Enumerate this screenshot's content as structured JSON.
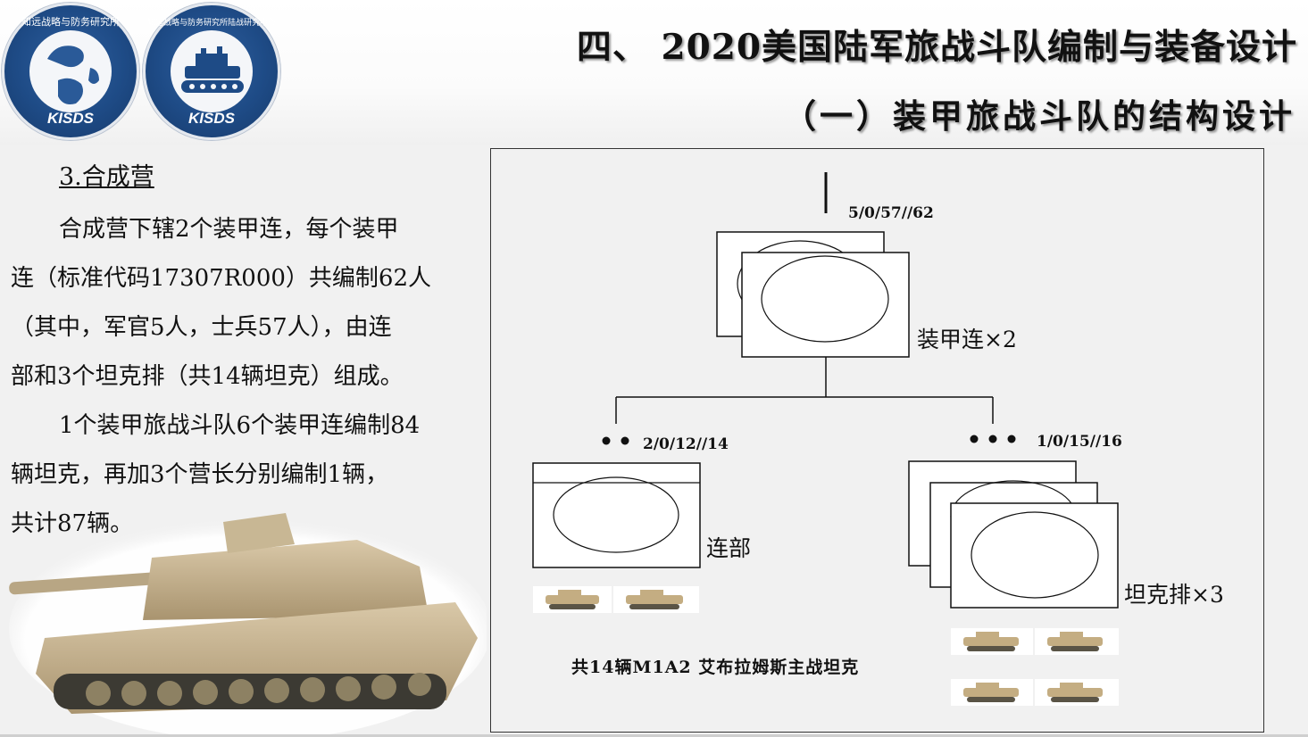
{
  "header": {
    "title": "四、 2020美国陆军旅战斗队编制与装备设计",
    "subtitle": "（一）装甲旅战斗队的结构设计"
  },
  "logos": [
    {
      "text": "知远战略与防务研究所",
      "abbr": "KISDS",
      "icon": "globe-icon"
    },
    {
      "text": "知远战略与防务研究所陆战研究中心",
      "abbr": "KISDS",
      "icon": "tank-icon"
    }
  ],
  "content": {
    "heading": "3.合成营",
    "lines": [
      "合成营下辖2个装甲连，每个装甲",
      "连（标准代码17307R000）共编制62人",
      "（其中，军官5人，士兵57人），由连",
      "部和3个坦克排（共14辆坦克）组成。",
      "1个装甲旅战斗队6个装甲连编制84",
      "辆坦克，再加3个营长分别编制1辆，",
      "共计87辆。"
    ]
  },
  "diagram": {
    "company": {
      "strength": "5/0/57//62",
      "label": "装甲连×2"
    },
    "hq": {
      "strength": "2/0/12//14",
      "label": "连部"
    },
    "platoon": {
      "strength": "1/0/15//16",
      "label": "坦克排×3"
    },
    "note": "共14辆M1A2 艾布拉姆斯主战坦克"
  }
}
